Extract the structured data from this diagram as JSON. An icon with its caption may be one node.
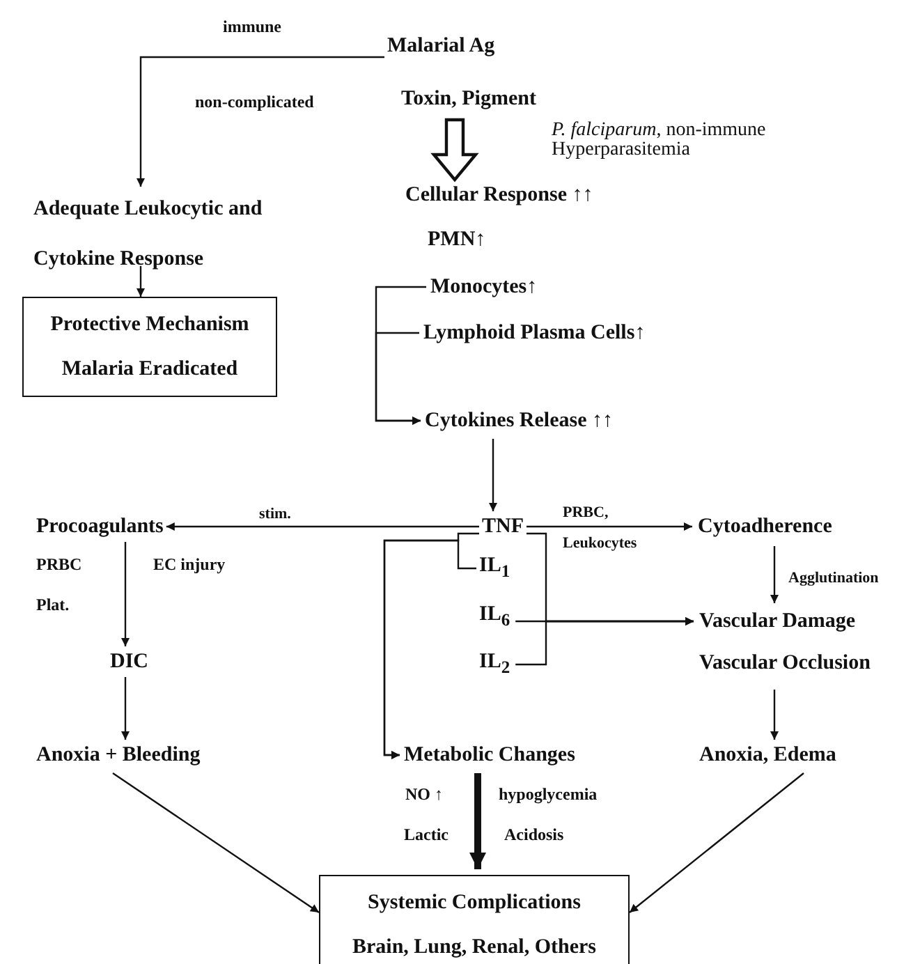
{
  "diagram": {
    "nodes": [
      {
        "text": [
          "Malarial Ag"
        ]
      },
      {
        "text": [
          "Toxin, Pigment"
        ]
      },
      {
        "text": [
          "Adequate Leukocytic and Cytokine Response"
        ]
      },
      {
        "text": [
          "Protective Mechanism",
          "Malaria Eradicated"
        ]
      },
      {
        "text": [
          "Cellular Response ↑↑"
        ]
      },
      {
        "text": [
          "PMN↑"
        ]
      },
      {
        "text": [
          "Monocytes↑"
        ]
      },
      {
        "text": [
          "Lymphoid Plasma Cells↑"
        ]
      },
      {
        "text": [
          "Cytokines Release ↑↑"
        ]
      },
      {
        "text": [
          "TNF"
        ]
      },
      {
        "text": [
          "IL$_{1}$"
        ]
      },
      {
        "text": [
          "IL$_{6}$"
        ]
      },
      {
        "text": [
          "IL$_{2}$"
        ]
      },
      {
        "text": [
          "Procoagulants"
        ]
      },
      {
        "text": [
          "Cytoadherence"
        ]
      },
      {
        "text": [
          "Vascular Damage"
        ]
      },
      {
        "text": [
          "Vascular Occlusion"
        ]
      },
      {
        "text": [
          "DIC"
        ]
      },
      {
        "text": [
          "Anoxia + Bleeding"
        ]
      },
      {
        "text": [
          "Metabolic Changes"
        ]
      },
      {
        "text": [
          "Anoxia, Edema"
        ]
      },
      {
        "text": [
          "Systemic Complications",
          "Brain, Lung, Renal, Others"
        ]
      }
    ],
    "edges": [
      {
        "from": 0,
        "to": 2,
        "arrow": "to"
      },
      {
        "from": 1,
        "to": 4,
        "arrow": "to",
        "style": "thick"
      },
      {
        "from": 2,
        "to": 3,
        "arrow": "to"
      },
      {
        "from": 6,
        "to": 8,
        "arrow": "to"
      },
      {
        "from": 7,
        "to": 8,
        "arrow": "to"
      },
      {
        "from": 8,
        "to": 9,
        "arrow": "to"
      },
      {
        "from": 9,
        "to": 13,
        "arrow": "to",
        "label": "stim."
      },
      {
        "from": 9,
        "to": 14,
        "arrow": "to",
        "label": "PRBC, Leukocytes"
      },
      {
        "from": 13,
        "to": 17,
        "arrow": "to"
      },
      {
        "from": 17,
        "to": 18,
        "arrow": "to"
      },
      {
        "from": 9,
        "to": 15,
        "arrow": "to"
      },
      {
        "from": 11,
        "to": 15,
        "arrow": "to"
      },
      {
        "from": 12,
        "to": 15,
        "arrow": "to"
      },
      {
        "from": 14,
        "to": 15,
        "arrow": "to",
        "label": "Agglutination"
      },
      {
        "from": 16,
        "to": 20,
        "arrow": "to"
      },
      {
        "from": 9,
        "to": 19,
        "arrow": "to"
      },
      {
        "from": 10,
        "to": 19,
        "arrow": "to"
      },
      {
        "from": 19,
        "to": 21,
        "arrow": "to",
        "style": "thick"
      },
      {
        "from": 18,
        "to": 21,
        "arrow": "to"
      },
      {
        "from": 20,
        "to": 21,
        "arrow": "to"
      }
    ],
    "labels": [
      "immune",
      "non-complicated",
      "*P. falciparum*, non-immune Hyperparasitemia",
      "PRBC",
      "EC injury",
      "Plat.",
      "NO ↑",
      "hypoglycemia",
      "Lactic",
      "Acidosis"
    ]
  }
}
